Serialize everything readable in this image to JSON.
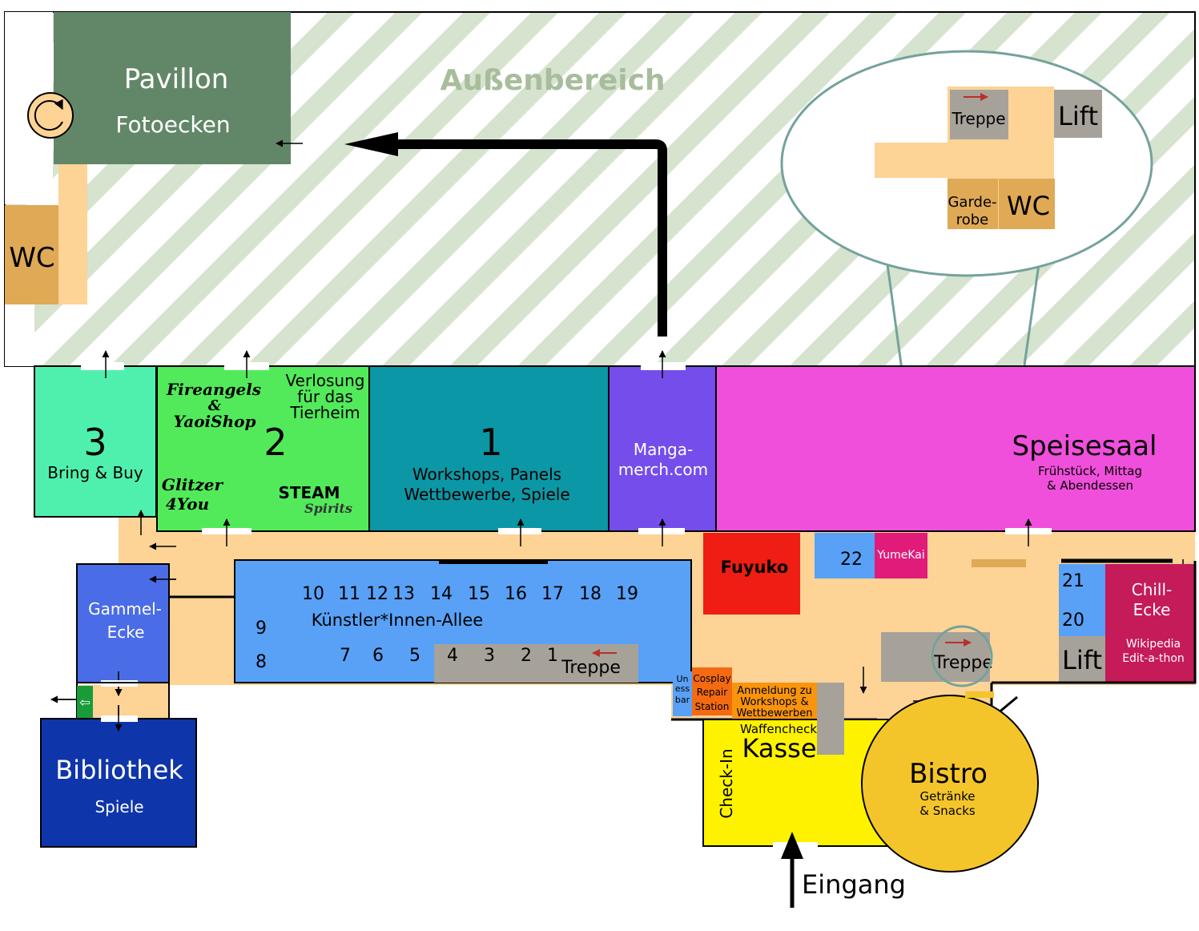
{
  "outdoor": {
    "label": "Außenbereich"
  },
  "pavillon": {
    "title": "Pavillon",
    "subtitle": "Fotoecken"
  },
  "wc_left": {
    "label": "WC"
  },
  "zoom_inset": {
    "stairs": "Treppe",
    "lift": "Lift",
    "cloakroom_line1": "Garde-",
    "cloakroom_line2": "robe",
    "wc": "WC"
  },
  "room3": {
    "number": "3",
    "label": "Bring & Buy"
  },
  "room2": {
    "number": "2",
    "raffle_line1": "Verlosung",
    "raffle_line2": "für das",
    "raffle_line3": "Tierheim",
    "logo_fireangels_line1": "Fireangels",
    "logo_fireangels_line2": "&",
    "logo_fireangels_line3": "YaoiShop",
    "logo_glitzer_line1": "Glitzer",
    "logo_glitzer_line2": "4You",
    "logo_steam_line1": "STEAM",
    "logo_steam_line2": "Spirits"
  },
  "room1": {
    "number": "1",
    "line1": "Workshops, Panels",
    "line2": "Wettbewerbe, Spiele"
  },
  "mangamerch": {
    "line1": "Manga-",
    "line2": "merch.com"
  },
  "speisesaal": {
    "title": "Speisesaal",
    "line1": "Frühstück, Mittag",
    "line2": "& Abendessen"
  },
  "fuyuko": {
    "label": "Fuyuko"
  },
  "yumekai": {
    "number": "22",
    "label": "YumeKai"
  },
  "artists": {
    "title": "Künstler*Innen-Allee",
    "top_numbers": [
      "10",
      "11",
      "12",
      "13",
      "14",
      "15",
      "16",
      "17",
      "18",
      "19"
    ],
    "bottom_numbers": [
      "7",
      "6",
      "5",
      "4",
      "3",
      "2",
      "1"
    ],
    "left_numbers": [
      "9",
      "8"
    ],
    "stairs": "Treppe"
  },
  "gammel": {
    "line1": "Gammel-",
    "line2": "Ecke"
  },
  "bibliothek": {
    "title": "Bibliothek",
    "subtitle": "Spiele"
  },
  "right_side": {
    "booth21": "21",
    "booth20": "20",
    "lift": "Lift",
    "stairs": "Treppe"
  },
  "chill": {
    "line1": "Chill-",
    "line2": "Ecke",
    "line3": "Wikipedia",
    "line4": "Edit-a-thon"
  },
  "unessbar": {
    "line1": "Un",
    "line2": "ess",
    "line3": "bar"
  },
  "cosplay": {
    "line1": "Cosplay",
    "line2": "Repair",
    "line3": "Station"
  },
  "anmeldung": {
    "line1": "Anmeldung zu",
    "line2": "Workshops &",
    "line3": "Wettbewerben"
  },
  "kasse": {
    "waffencheck": "Waffencheck",
    "title": "Kasse",
    "checkin": "Check-In"
  },
  "bistro": {
    "title": "Bistro",
    "line1": "Getränke",
    "line2": "& Snacks"
  },
  "entrance": {
    "label": "Eingang"
  },
  "colors": {
    "corridor": "#fdd396",
    "pavillon": "#628768",
    "wc": "#dfa955",
    "outdoor_stripe": "#d5e3cf",
    "room3": "#4ff0ad",
    "room2": "#52ea5b",
    "room1": "#0b97a5",
    "mangamerch": "#744deb",
    "speisesaal": "#f04fdb",
    "fuyuko": "#ef1d14",
    "yumekai": "#e11b7a",
    "booth_blue": "#58a1f6",
    "gammel": "#4a6ce6",
    "bibliothek": "#0f35ab",
    "chill": "#c51b59",
    "lift": "#a6a29a",
    "cosplay": "#f36a11",
    "anmeldung": "#f9940d",
    "kasse": "#fff200",
    "bistro": "#f4c52a",
    "zoom_ring": "#74a29b"
  }
}
